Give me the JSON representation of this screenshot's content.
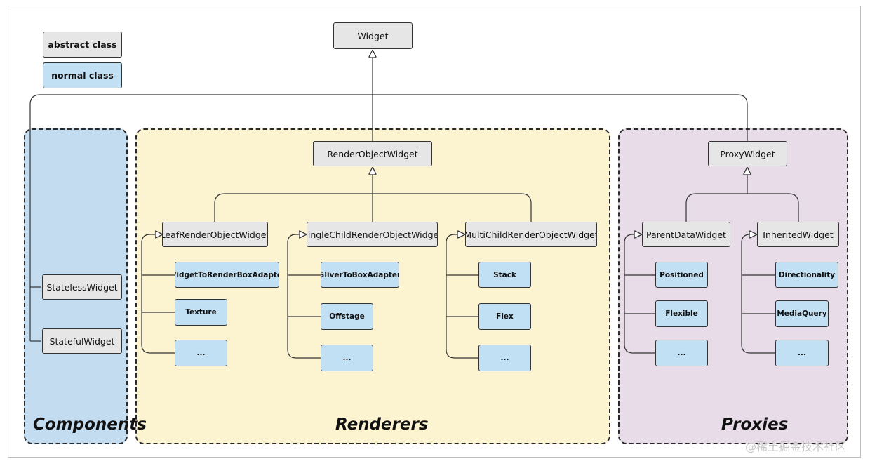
{
  "legend": {
    "abstract": "abstract class",
    "normal": "normal class"
  },
  "root": "Widget",
  "groups": {
    "components": "Components",
    "renderers": "Renderers",
    "proxies": "Proxies"
  },
  "components": {
    "stateless": "StatelessWidget",
    "stateful": "StatefulWidget"
  },
  "renderers": {
    "base": "RenderObjectWidget",
    "leaf": {
      "name": "LeafRenderObjectWidget",
      "children": [
        "WidgetToRenderBoxAdapter",
        "Texture",
        "..."
      ]
    },
    "single": {
      "name": "SingleChildRenderObjectWidget",
      "children": [
        "SliverToBoxAdapter",
        "Offstage",
        "..."
      ]
    },
    "multi": {
      "name": "MultiChildRenderObjectWidget",
      "children": [
        "Stack",
        "Flex",
        "..."
      ]
    }
  },
  "proxies": {
    "base": "ProxyWidget",
    "parentdata": {
      "name": "ParentDataWidget",
      "children": [
        "Positioned",
        "Flexible",
        "..."
      ]
    },
    "inherited": {
      "name": "InheritedWidget",
      "children": [
        "Directionality",
        "MediaQuery",
        "..."
      ]
    }
  },
  "watermark": "@稀土掘金技术社区",
  "colors": {
    "abstract_fill": "#e6e6e6",
    "normal_fill": "#c2e0f4",
    "components_bg": "#c3dcf0",
    "renderers_bg": "#fcf3d1",
    "proxies_bg": "#e7dce7"
  }
}
